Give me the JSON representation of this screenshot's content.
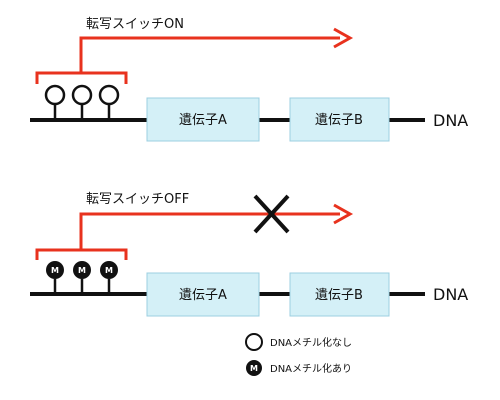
{
  "top_diagram": {
    "switch_label": "転写スイッチON",
    "gene_a": "遺伝子A",
    "gene_b": "遺伝子B",
    "dna_label": "DNA"
  },
  "bottom_diagram": {
    "switch_label": "転写スイッチOFF",
    "gene_a": "遺伝子A",
    "gene_b": "遺伝子B",
    "dna_label": "DNA",
    "methyl_marker": "M"
  },
  "legend": {
    "unmethylated": "DNAメチル化なし",
    "methylated": "DNAメチル化あり",
    "methyl_marker": "M"
  },
  "colors": {
    "arrow": "#e8321e",
    "gene_box_fill": "#d4f0f7",
    "gene_box_stroke": "#9ccfe0",
    "dna_line": "#111111",
    "cross": "#111111"
  }
}
